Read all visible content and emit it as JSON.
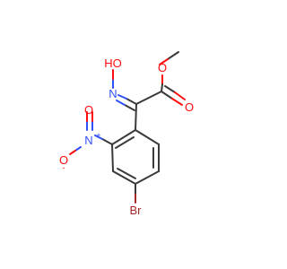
{
  "molecule": {
    "atoms": {
      "oxime_oh": "HO",
      "oxime_n": "N",
      "ester_o_single": "O",
      "ester_o_double": "O",
      "nitro_n": "N",
      "nitro_n_charge": "+",
      "nitro_o_top": "O",
      "nitro_o_minus": "O",
      "nitro_o_charge": "-",
      "bromine": "Br"
    },
    "colors": {
      "carbon_bond": "#3a3a3a",
      "oxygen": "#ff0d0d",
      "nitrogen": "#3050f8",
      "bromine": "#a62929"
    }
  }
}
